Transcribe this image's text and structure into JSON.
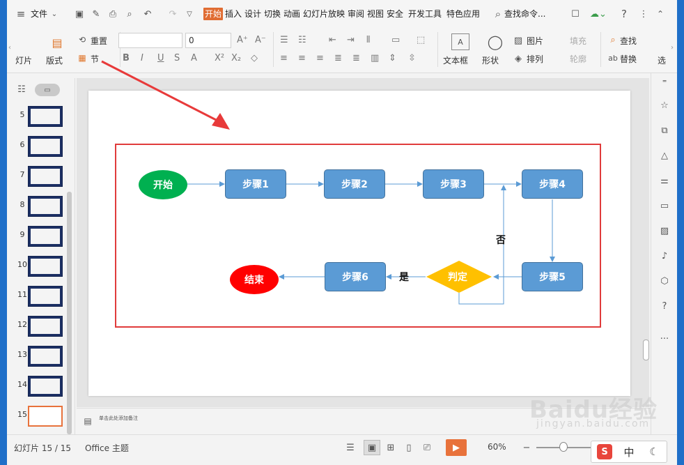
{
  "menu": {
    "file": "文件",
    "tabs": [
      "开始",
      "插入",
      "设计",
      "切换",
      "动画",
      "幻灯片放映",
      "审阅",
      "视图",
      "安全",
      "开发工具",
      "特色应用"
    ],
    "search": "查找命令..."
  },
  "ribbon": {
    "slide_label": "灯片",
    "layout_label": "版式",
    "reset_label": "重置",
    "section_label": "节",
    "font_size": "0",
    "textbox_label": "文本框",
    "shape_label": "形状",
    "picture_label": "图片",
    "arrange_label": "排列",
    "fill_label": "填充",
    "outline_label": "轮廓",
    "find_label": "查找",
    "replace_label": "替换",
    "select_label": "选"
  },
  "thumbnails": [
    "5",
    "6",
    "7",
    "8",
    "9",
    "10",
    "11",
    "12",
    "13",
    "14",
    "15"
  ],
  "flow": {
    "start": "开始",
    "step1": "步骤1",
    "step2": "步骤2",
    "step3": "步骤3",
    "step4": "步骤4",
    "step5": "步骤5",
    "decision": "判定",
    "step6": "步骤6",
    "end": "结束",
    "no_label": "否",
    "yes_label": "是",
    "colors": {
      "start": "#00b050",
      "end": "#ff0000",
      "step": "#5b9bd5",
      "decision": "#ffc000",
      "frame": "#e03b3b"
    }
  },
  "notes": {
    "placeholder": "单击此处添加备注"
  },
  "status": {
    "slide_count": "幻灯片 15 / 15",
    "theme": "Office 主题",
    "zoom": "60%"
  },
  "watermark": {
    "brand": "Baidu经验",
    "url": "jingyan.baidu.com"
  },
  "ime": {
    "mode": "中"
  }
}
